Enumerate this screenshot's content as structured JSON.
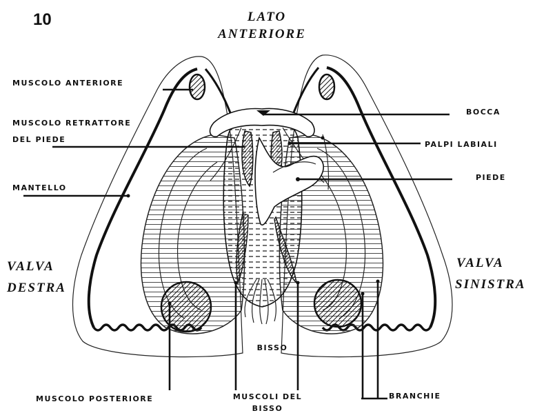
{
  "figure_number": "10",
  "orientation": {
    "line1": "LATO",
    "line2": "ANTERIORE"
  },
  "valves": {
    "right": {
      "line1": "VALVA",
      "line2": "DESTRA"
    },
    "left": {
      "line1": "VALVA",
      "line2": "SINISTRA"
    }
  },
  "labels": {
    "muscolo_anteriore": "MUSCOLO  ANTERIORE",
    "muscolo_retrattore_1": "MUSCOLO RETRATTORE",
    "muscolo_retrattore_2": "DEL  PIEDE",
    "mantello": "MANTELLO",
    "bocca": "BOCCA",
    "palpi_labiali": "PALPI  LABIALI",
    "piede": "PIEDE",
    "bisso": "BISSO",
    "muscolo_posteriore": "MUSCOLO  POSTERIORE",
    "muscoli_bisso_1": "MUSCOLI DEL",
    "muscoli_bisso_2": "BISSO",
    "branchie": "BRANCHIE"
  }
}
